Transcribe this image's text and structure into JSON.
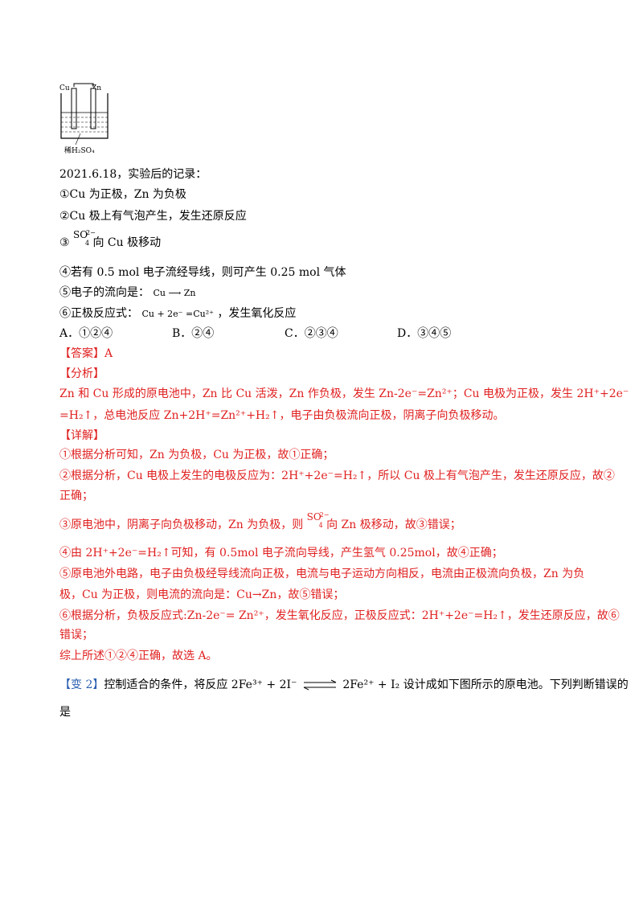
{
  "diagram": {
    "cu_label": "Cu",
    "zn_label": "Zn",
    "caption": "稀H₂SO₄"
  },
  "record": {
    "date_line": "2021.6.18，实验后的记录：",
    "item1": "①Cu 为正极，Zn 为负极",
    "item2": "②Cu 极上有气泡产生，发生还原反应",
    "item3_prefix": "③",
    "item3_ion": "SO",
    "item3_sub": "4",
    "item3_charge": "2−",
    "item3_suffix": "向 Cu 极移动",
    "item4": "④若有 0.5 mol 电子流经导线，则可产生 0.25 mol 气体",
    "item5_prefix": "⑤电子的流向是：",
    "item5_formula": "Cu ⟶ Zn",
    "item6_prefix": "⑥正极反应式：",
    "item6_formula": "Cu + 2e⁻ =Cu²⁺",
    "item6_suffix": "，发生氧化反应"
  },
  "options": [
    "A．①②④",
    "B．②④",
    "C．②③④",
    "D．③④⑤"
  ],
  "answer": {
    "label": "【答案】",
    "value": "A"
  },
  "analysis": {
    "label": "【分析】",
    "line1": "Zn 和 Cu 形成的原电池中，Zn 比 Cu 活泼，Zn 作负极，发生 Zn-2e⁻=Zn²⁺；Cu 电极为正极，发生 2H⁺+2e⁻",
    "line2": "=H₂↑，总电池反应 Zn+2H⁺=Zn²⁺+H₂↑，电子由负极流向正极，阴离子向负极移动。"
  },
  "detail": {
    "label": "【详解】",
    "line1": "①根据分析可知，Zn 为负极，Cu 为正极，故①正确；",
    "line2": "②根据分析，Cu 电极上发生的电极反应为：2H⁺+2e⁻=H₂↑，所以 Cu 极上有气泡产生，发生还原反应，故②",
    "line3": "正确；",
    "line4_prefix": "③原电池中，阴离子向负极移动，Zn 为负极，则",
    "line4_ion": "SO",
    "line4_sub": "4",
    "line4_charge": "2−",
    "line4_suffix": "向 Zn 极移动，故③错误；",
    "line5": "④由 2H⁺+2e⁻=H₂↑可知，有 0.5mol 电子流向导线，产生氢气 0.25mol，故④正确；",
    "line6": "⑤原电池外电路，电子由负极经导线流向正极，电流与电子运动方向相反，电流由正极流向负极，Zn 为负",
    "line7": "极，Cu 为正极，则电流的流向是：Cu→Zn，故⑤错误；",
    "line8": "⑥根据分析，负极反应式:Zn-2e⁻= Zn²⁺，发生氧化反应，正极反应式：2H⁺+2e⁻=H₂↑，发生还原反应，故⑥",
    "line9": "错误；",
    "line10": "综上所述①②④正确，故选 A。"
  },
  "variant": {
    "label": "【变 2】",
    "text1": "控制适合的条件，将反应 2Fe³⁺ + 2I⁻",
    "text2": "2Fe²⁺ + I₂ 设计成如下图所示的原电池。下列判断错误的",
    "text3": "是"
  }
}
